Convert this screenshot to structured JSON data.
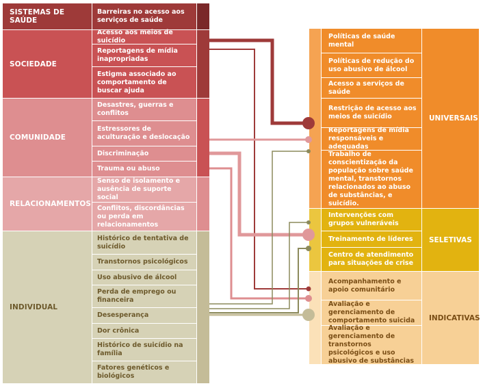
{
  "colors": {
    "health_dark": "#9e3a39",
    "health_bar": "#7a2829",
    "society": "#c95254",
    "society_bar": "#9e3a39",
    "community": "#de8e90",
    "community_bar": "#c95254",
    "relations": "#e5a7a8",
    "relations_bar": "#de8e90",
    "individual": "#d6d2b6",
    "individual_bar": "#c4bc98",
    "universal": "#f08c2a",
    "universal_bar": "#f5a352",
    "selective": "#e2b310",
    "selective_bar": "#ebc63f",
    "indicative": "#f7d096",
    "indicative_bar": "#fbe1b8",
    "line_dark": "#9e3a39",
    "line_mid": "#c95254",
    "line_pink": "#e0989a",
    "line_olive": "#8c8a5c",
    "line_tan": "#c4bc98"
  },
  "left": {
    "health": {
      "label": "SISTEMAS DE SAÚDE",
      "factors": [
        "Barreiras no acesso aos serviços de saúde"
      ]
    },
    "society": {
      "label": "SOCIEDADE",
      "factors": [
        "Acesso aos meios de suicídio",
        "Reportagens de mídia inapropriadas",
        "Estigma associado ao comportamento de buscar ajuda"
      ]
    },
    "community": {
      "label": "COMUNIDADE",
      "factors": [
        "Desastres, guerras e conflitos",
        "Estressores de aculturação e deslocação",
        "Discriminação",
        "Trauma ou abuso"
      ]
    },
    "relations": {
      "label": "RELACIONAMENTOS",
      "factors": [
        "Senso de isolamento e ausência de suporte social",
        "Conflitos, discordâncias ou perda em relacionamentos"
      ]
    },
    "individual": {
      "label": "INDIVIDUAL",
      "factors": [
        "Histórico de tentativa de suicídio",
        "Transtornos psicológicos",
        "Uso abusivo de álcool",
        "Perda de emprego ou financeira",
        "Desesperança",
        "Dor crônica",
        "Histórico de suicídio na família",
        "Fatores genéticos e biológicos"
      ]
    }
  },
  "right": {
    "universal": {
      "label": "UNIVERSAIS",
      "strategies": [
        "Políticas de saúde mental",
        "Políticas de redução do uso abusivo de álcool",
        "Acesso a serviços de saúde",
        "Restrição de acesso aos meios de suicídio",
        "Reportagens de mídia responsáveis e adequadas",
        "Trabalho de conscientização da população sobre saúde mental, transtornos relacionados ao abuso de substâncias, e suicídio."
      ]
    },
    "selective": {
      "label": "SELETIVAS",
      "strategies": [
        "Intervenções com grupos vulneráveis",
        "Treinamento de líderes",
        "Centro de atendimento para situações de crise"
      ]
    },
    "indicative": {
      "label": "INDICATIVAS",
      "strategies": [
        "Acompanhamento e apoio comunitário",
        "Avaliação e gerenciamento de comportamento suicida",
        "Avaliação e gerenciamento de transtornos psicológicos e uso abusivo de substâncias"
      ]
    }
  }
}
